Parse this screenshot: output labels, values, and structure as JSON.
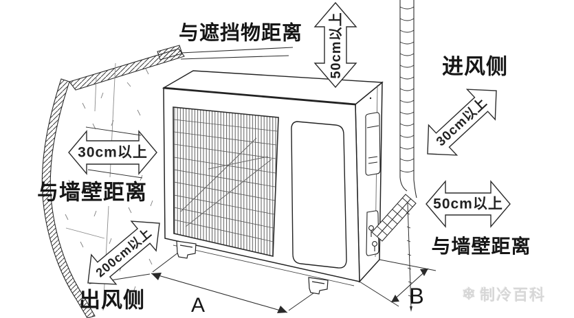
{
  "clearances": {
    "top": {
      "label": "与遮挡物距离",
      "value": "50cm以上"
    },
    "intake_side": {
      "label": "进风侧",
      "value": "30cm以上"
    },
    "right_wall": {
      "label": "与墙壁距离",
      "value": "50cm以上"
    },
    "left_wall": {
      "label": "与墙壁距离",
      "value": "30cm以上"
    },
    "outlet_side": {
      "label": "出风侧",
      "value": "200cm以上"
    }
  },
  "dimensions": {
    "a": "A",
    "b": "B"
  },
  "watermark": {
    "icon": "❄",
    "text": "制冷百科"
  },
  "colors": {
    "line": "#2a2a2a",
    "background": "#ffffff",
    "watermark": "#d7d7d7"
  }
}
